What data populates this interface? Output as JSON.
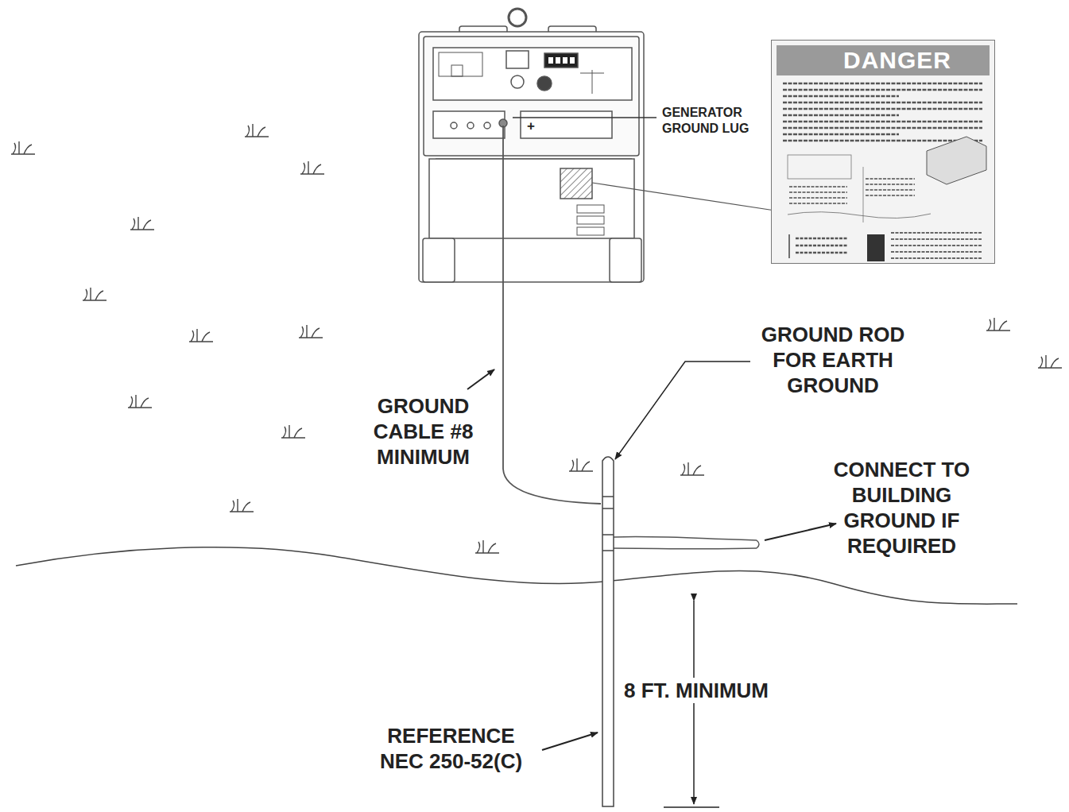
{
  "diagram": {
    "nodes": [
      {
        "text": [
          "DANGER"
        ]
      }
    ],
    "labels": [
      "GENERATOR GROUND LUG",
      "+",
      "GROUND ROD FOR EARTH GROUND",
      "GROUND CABLE #8 MINIMUM",
      "CONNECT TO BUILDING GROUND IF REQUIRED",
      "8 FT. MINIMUM",
      "REFERENCE NEC 250-52(C)"
    ]
  }
}
